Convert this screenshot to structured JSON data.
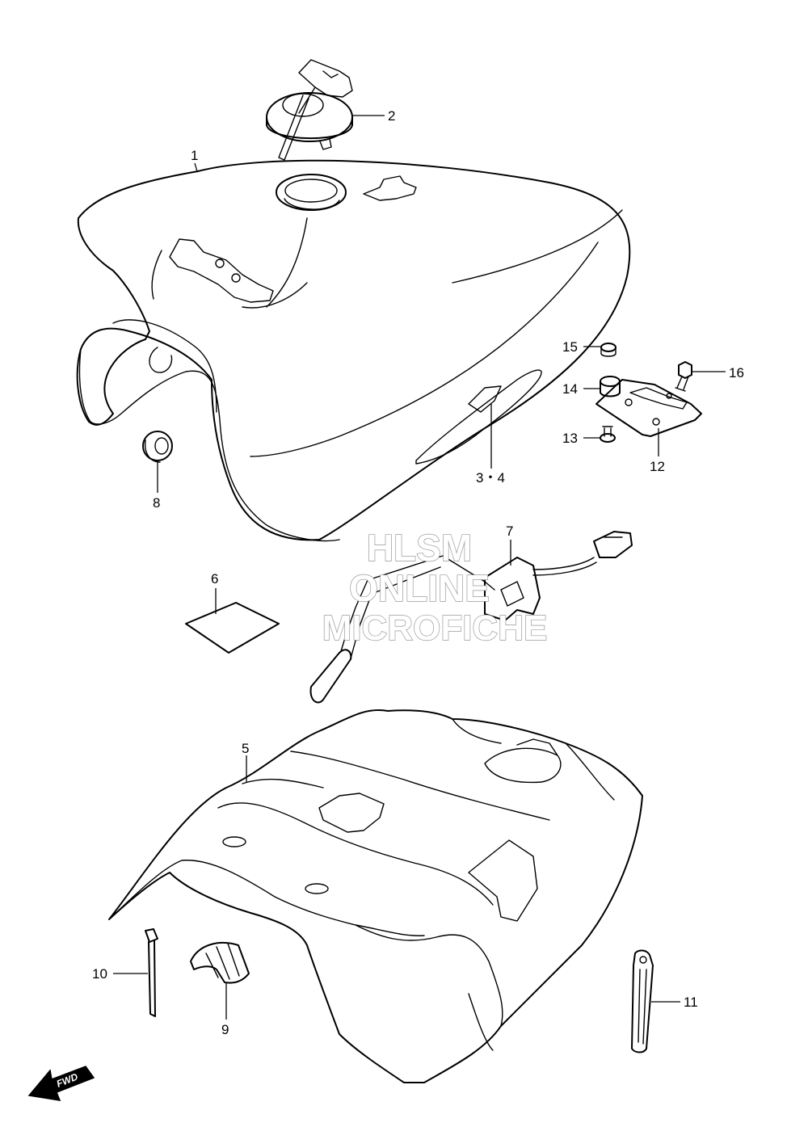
{
  "callouts": {
    "c1": "1",
    "c2": "2",
    "c3_4": "3・4",
    "c5": "5",
    "c6": "6",
    "c7": "7",
    "c8": "8",
    "c9": "9",
    "c10": "10",
    "c11": "11",
    "c12": "12",
    "c13": "13",
    "c14": "14",
    "c15": "15",
    "c16": "16"
  },
  "watermark": {
    "line1": "HLSM",
    "line2": "ONLINE",
    "line3": "MICROFICHE"
  },
  "fwd_badge": "FWD",
  "colors": {
    "line": "#000000",
    "watermark_outline": "#9a9a9a",
    "background": "#ffffff"
  }
}
